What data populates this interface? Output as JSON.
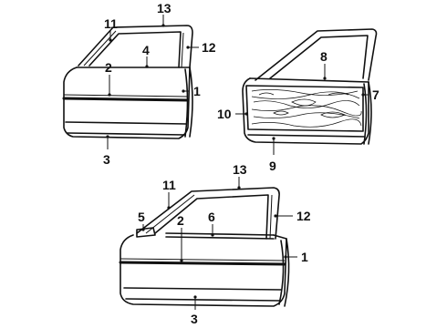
{
  "callouts": {
    "c1a": "1",
    "c2a": "2",
    "c3a": "3",
    "c4a": "4",
    "c11a": "11",
    "c12a": "12",
    "c13a": "13",
    "c7b": "7",
    "c8b": "8",
    "c9b": "9",
    "c10b": "10",
    "c1c": "1",
    "c2c": "2",
    "c3c": "3",
    "c5c": "5",
    "c6c": "6",
    "c11c": "11",
    "c12c": "12",
    "c13c": "13"
  },
  "colors": {
    "ink": "#111111",
    "paper": "#ffffff"
  }
}
